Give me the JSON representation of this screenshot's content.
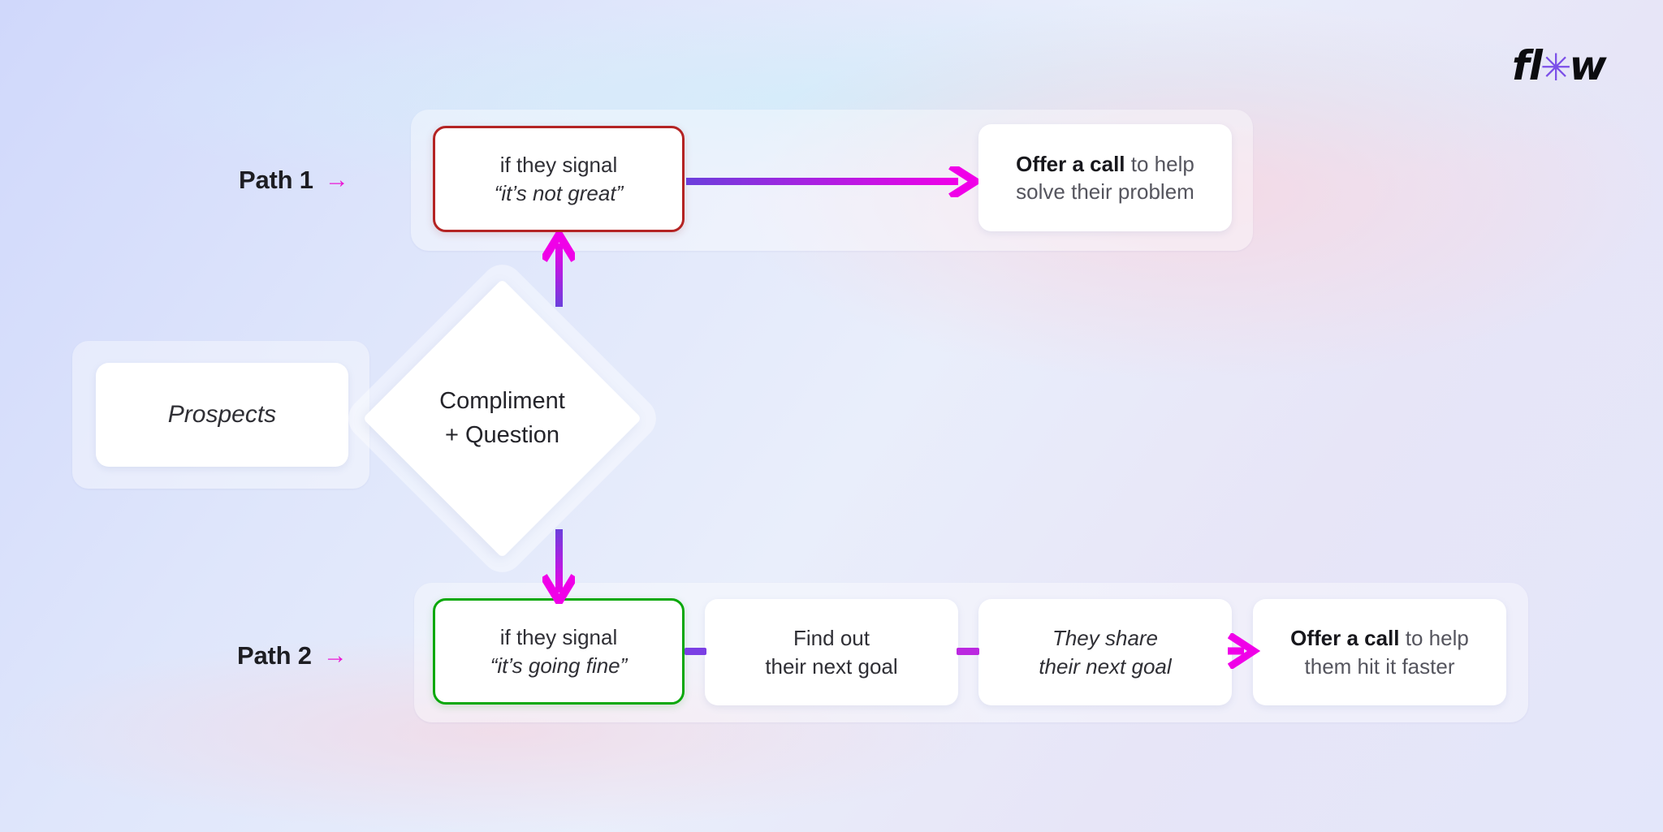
{
  "logo": {
    "text_before": "fl",
    "star": "✳",
    "text_after": "w",
    "star_color": "#7b4fe8"
  },
  "paths": {
    "path1": {
      "label": "Path 1",
      "arrow": "→"
    },
    "path2": {
      "label": "Path 2",
      "arrow": "→"
    }
  },
  "nodes": {
    "prospects": {
      "text": "Prospects"
    },
    "decision": {
      "line1": "Compliment",
      "line2": "+ Question"
    },
    "signal_bad": {
      "line1": "if they signal",
      "line2": "“it’s not great”",
      "border_color": "#b42323"
    },
    "offer_call_1": {
      "bold": "Offer a call",
      "rest": " to help",
      "line2": "solve their problem"
    },
    "signal_good": {
      "line1": "if they signal",
      "line2": "“it’s going fine”",
      "border_color": "#0aa80a"
    },
    "find_goal": {
      "line1": "Find out",
      "line2": "their next goal"
    },
    "they_share": {
      "line1": "They share",
      "line2": "their next goal"
    },
    "offer_call_2": {
      "bold": "Offer a call",
      "rest": " to help",
      "line2": "them hit it faster"
    }
  },
  "connectors": {
    "path1_horizontal": {
      "name": "arrow-right-gradient",
      "from": "signal_bad",
      "to": "offer_call_1"
    },
    "decision_up": {
      "name": "arrow-up-gradient",
      "from": "decision",
      "to": "signal_bad"
    },
    "decision_down": {
      "name": "arrow-down-gradient",
      "from": "decision",
      "to": "signal_good"
    },
    "p2_a": {
      "name": "bar-connector",
      "from": "signal_good",
      "to": "find_goal"
    },
    "p2_b": {
      "name": "bar-connector",
      "from": "find_goal",
      "to": "they_share"
    },
    "p2_c": {
      "name": "chevron-right",
      "from": "they_share",
      "to": "offer_call_2"
    }
  },
  "colors": {
    "purple": "#6b3fdb",
    "magenta": "#f000e8",
    "pink_arrow": "#ea18d4",
    "red_border": "#b42323",
    "green_border": "#0aa80a",
    "text": "#2f2f35",
    "background_start": "#d0d8fb",
    "background_end": "#e3e6fa"
  }
}
